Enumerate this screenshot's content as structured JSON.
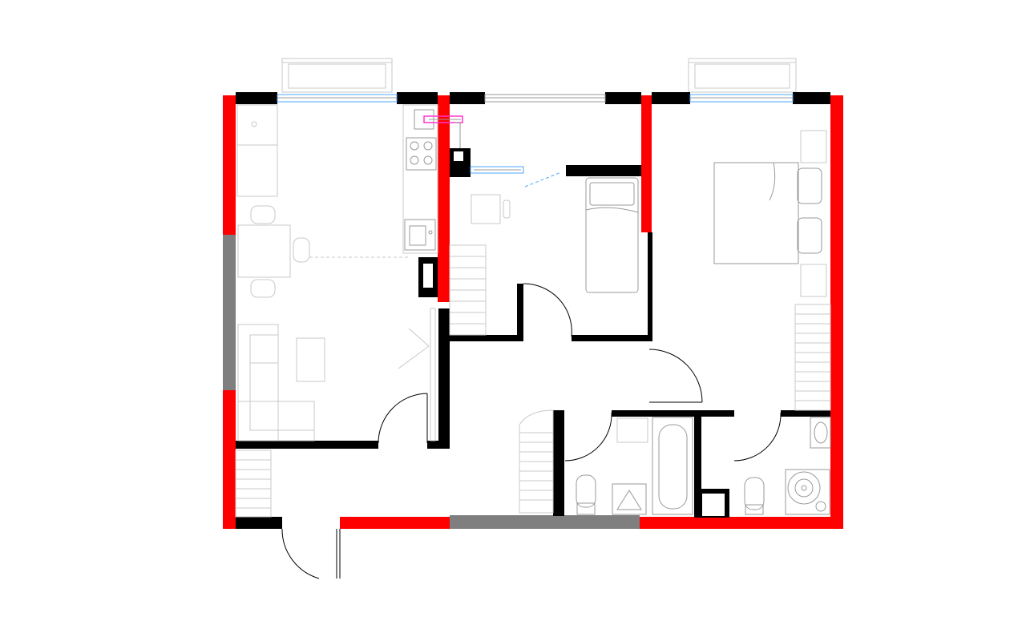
{
  "plan": {
    "colors": {
      "exterior_wall": "#ff0000",
      "interior_wall": "#000000",
      "window_blocked": "#7f7f7f",
      "window_glass": "#4da6ff",
      "furniture_line": "#c8c8c8",
      "radiator_accent": "#ff33cc",
      "background": "#ffffff"
    },
    "rooms": [
      {
        "id": "kitchen-living",
        "kind": "open kitchen and living room"
      },
      {
        "id": "bedroom-small",
        "kind": "bedroom with single bed and desk"
      },
      {
        "id": "bedroom-main",
        "kind": "bedroom with double bed"
      },
      {
        "id": "hallway",
        "kind": "entrance hall"
      },
      {
        "id": "bathroom",
        "kind": "bathroom with bathtub"
      },
      {
        "id": "shower-room",
        "kind": "shower room"
      }
    ],
    "icons": [
      "stove-icon",
      "sink-icon",
      "toilet-icon",
      "bathtub-icon",
      "washbasin-icon",
      "shower-icon",
      "washing-machine-icon",
      "sofa-icon",
      "dining-table-icon",
      "bed-icon",
      "desk-icon",
      "wardrobe-icon",
      "radiator-icon",
      "balcony-icon"
    ]
  }
}
